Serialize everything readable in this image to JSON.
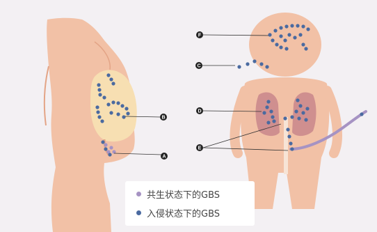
{
  "colors": {
    "background": "#f3f0f3",
    "skin": "#f2c1a6",
    "skin_dark": "#e3a486",
    "womb": "#f7dfb2",
    "organ": "#cf8f8f",
    "colonizing_dot": "#a693c3",
    "invasive_dot": "#4a6aa0",
    "marker_fill": "#222222",
    "pointer_line": "#333333"
  },
  "markers": [
    {
      "id": "A",
      "label": "A"
    },
    {
      "id": "B",
      "label": "B"
    },
    {
      "id": "C",
      "label": "C"
    },
    {
      "id": "D",
      "label": "D"
    },
    {
      "id": "E",
      "label": "E"
    },
    {
      "id": "F",
      "label": "F"
    }
  ],
  "legend": {
    "colonizing": {
      "label": "共生状态下的GBS",
      "color_key": "colonizing_dot"
    },
    "invasive": {
      "label": "入侵状态下的GBS",
      "color_key": "invasive_dot"
    }
  }
}
